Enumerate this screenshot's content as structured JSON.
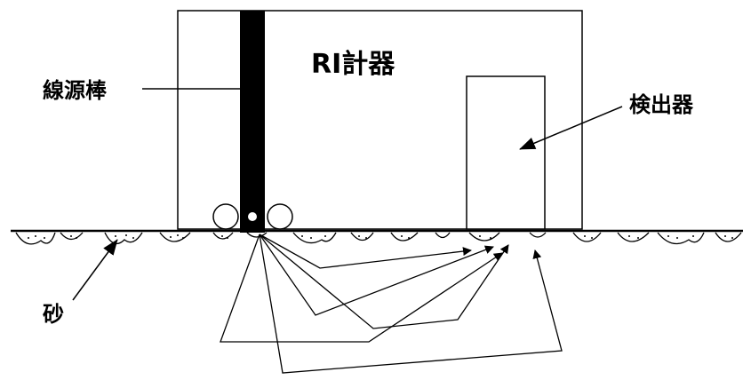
{
  "labels": {
    "instrument": "RI計器",
    "source_rod": "線源棒",
    "detector": "検出器",
    "sand": "砂"
  }
}
